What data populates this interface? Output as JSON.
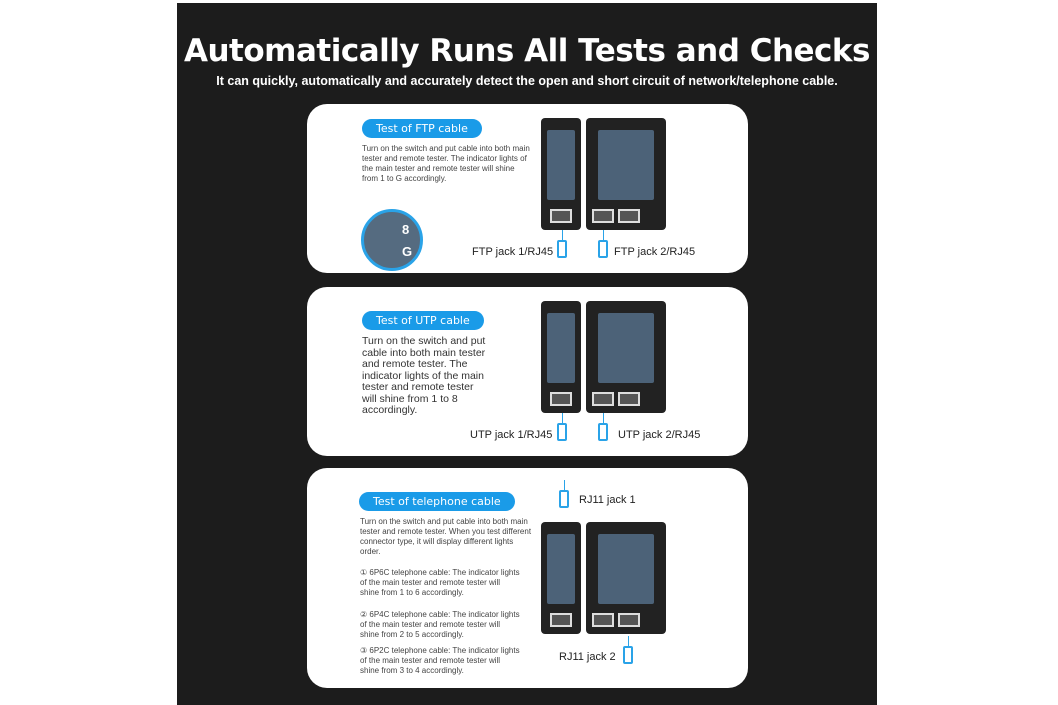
{
  "header": {
    "title": "Automatically Runs All Tests and Checks",
    "subtitle": "It can quickly, automatically and accurately detect the open and short circuit of network/telephone cable."
  },
  "cards": [
    {
      "pill": "Test of FTP cable",
      "text": "Turn on the switch and put cable into both main tester and remote tester. The indicator lights of the main tester and remote tester will shine from 1 to G accordingly.",
      "jack1": "FTP jack 1/RJ45",
      "jack2": "FTP jack 2/RJ45",
      "zoom_top": "8",
      "zoom_bottom": "G"
    },
    {
      "pill": "Test of UTP cable",
      "text": "Turn on the switch and put cable into both main tester and remote tester. The indicator lights of the main tester and remote tester will shine from 1 to 8 accordingly.",
      "jack1": "UTP jack 1/RJ45",
      "jack2": "UTP jack 2/RJ45"
    },
    {
      "pill": "Test of telephone cable",
      "text": "Turn on the switch and put cable into both main tester and remote tester. When you test different connector type, it will display different lights order.",
      "items": [
        "① 6P6C telephone cable: The indicator lights of the main tester and remote tester will shine from 1 to 6 accordingly.",
        "② 6P4C telephone cable: The indicator lights of the main tester and remote tester will shine from 2 to 5 accordingly.",
        "③ 6P2C telephone cable: The indicator lights of the main tester and remote tester will shine from 3 to 4 accordingly."
      ],
      "jack1": "RJ11 jack 1",
      "jack2": "RJ11 jack 2"
    }
  ]
}
